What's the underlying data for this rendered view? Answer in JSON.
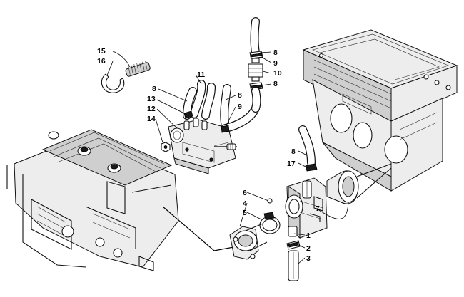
{
  "callouts": {
    "c1": "1",
    "c2": "2",
    "c3": "3",
    "c4": "4",
    "c5": "5",
    "c6": "6",
    "c7": "7",
    "c8a": "8",
    "c8b": "8",
    "c8c": "8",
    "c8d": "8",
    "c8e": "8",
    "c9a": "9",
    "c9b": "9",
    "c10": "10",
    "c11": "11",
    "c12": "12",
    "c13": "13",
    "c14": "14",
    "c15": "15",
    "c16": "16",
    "c17": "17"
  }
}
